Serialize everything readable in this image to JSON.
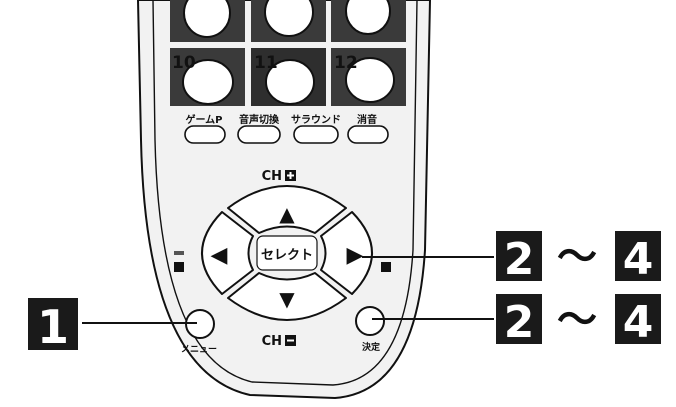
{
  "channel_keys": [
    {
      "label": "10"
    },
    {
      "label": "11"
    },
    {
      "label": "12"
    }
  ],
  "function_buttons": [
    {
      "label": "ゲームP"
    },
    {
      "label": "音声切換"
    },
    {
      "label": "サラウンド"
    },
    {
      "label": "消音"
    }
  ],
  "dpad": {
    "ch_up_label": "CH",
    "ch_down_label": "CH",
    "center_label": "セレクト",
    "up_symbol": "▲",
    "down_symbol": "▼",
    "left_symbol": "◀",
    "right_symbol": "▶"
  },
  "menu_button_label": "メニュー",
  "enter_button_label": "決定",
  "callouts": {
    "step_1": "1",
    "range_top_start": "2",
    "range_top_sep": "～",
    "range_top_end": "4",
    "range_bottom_start": "2",
    "range_bottom_sep": "～",
    "range_bottom_end": "4"
  }
}
